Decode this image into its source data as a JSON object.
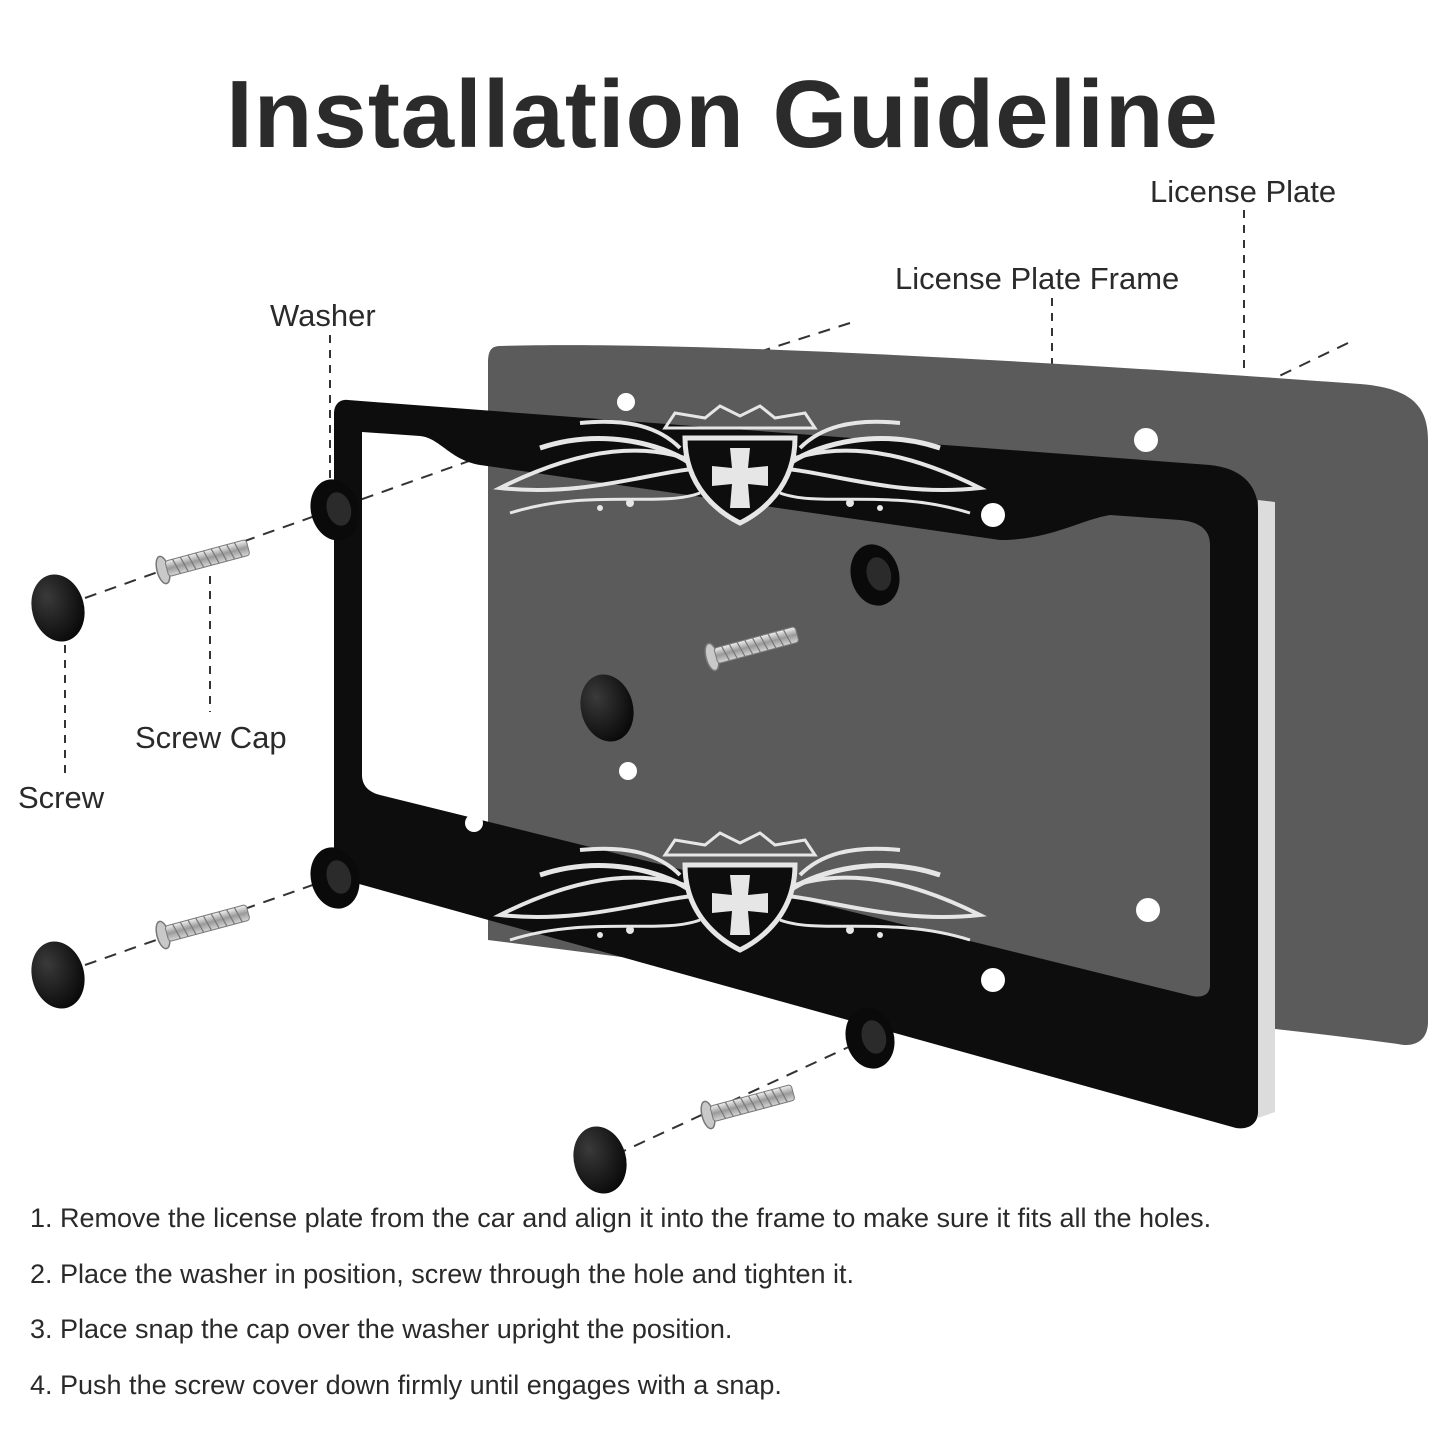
{
  "title": "Installation Guideline",
  "labels": {
    "license_plate": "License Plate",
    "license_plate_frame": "License Plate Frame",
    "washer": "Washer",
    "screw_cap": "Screw Cap",
    "screw": "Screw"
  },
  "steps": [
    "1. Remove the license plate from the car and align it into the frame to make sure it fits all the holes.",
    "2. Place the washer in position, screw through the hole and tighten it.",
    "3. Place snap the cap over the washer upright the position.",
    "4. Push the screw cover down firmly until engages with a snap."
  ],
  "colors": {
    "plate": "#5b5b5b",
    "frame": "#0d0d0d",
    "ornament": "#e6e6e6",
    "text": "#2a2a2a"
  }
}
